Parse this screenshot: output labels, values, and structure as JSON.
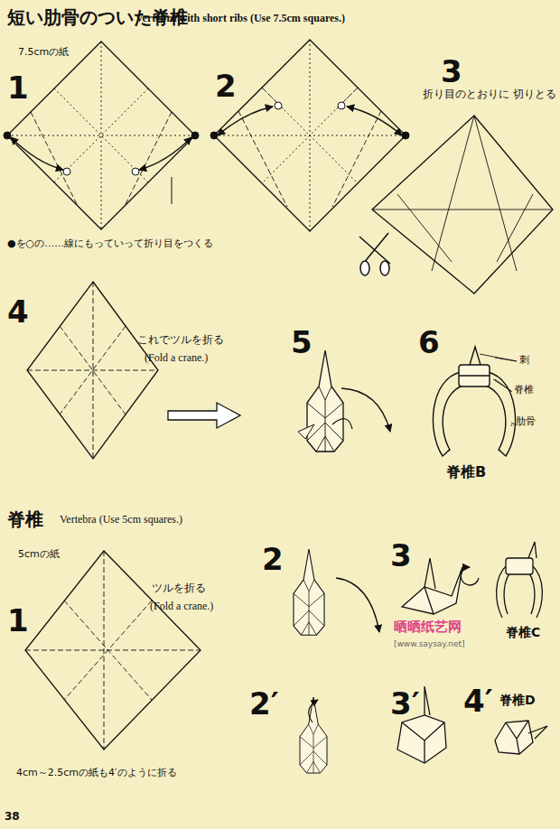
{
  "diagram": {
    "title": "短い肋骨のついた脊椎",
    "labels": [
      "Vertebra with short ribs (Use 7.5cm squares.)",
      "7.5cmの紙",
      "1",
      "2",
      "3",
      "折り目のとおりに 切りとる",
      "●を○の……線にもっていって折り目をつくる",
      "4",
      "これでツルを折る",
      "(Fold a crane.)",
      "5",
      "6",
      "刺",
      "脊椎",
      "肋骨",
      "脊椎B",
      "脊椎",
      "Vertebra (Use 5cm squares.)",
      "5cmの紙",
      "1",
      "ツルを折る",
      "(Fold a crane.)",
      "2",
      "3",
      "脊椎C",
      "2′",
      "3′",
      "4′",
      "脊椎D",
      "4cm～2.5cmの紙も4′のように折る",
      "38",
      "晒晒纸艺网",
      "[www.saysay.net]"
    ]
  }
}
